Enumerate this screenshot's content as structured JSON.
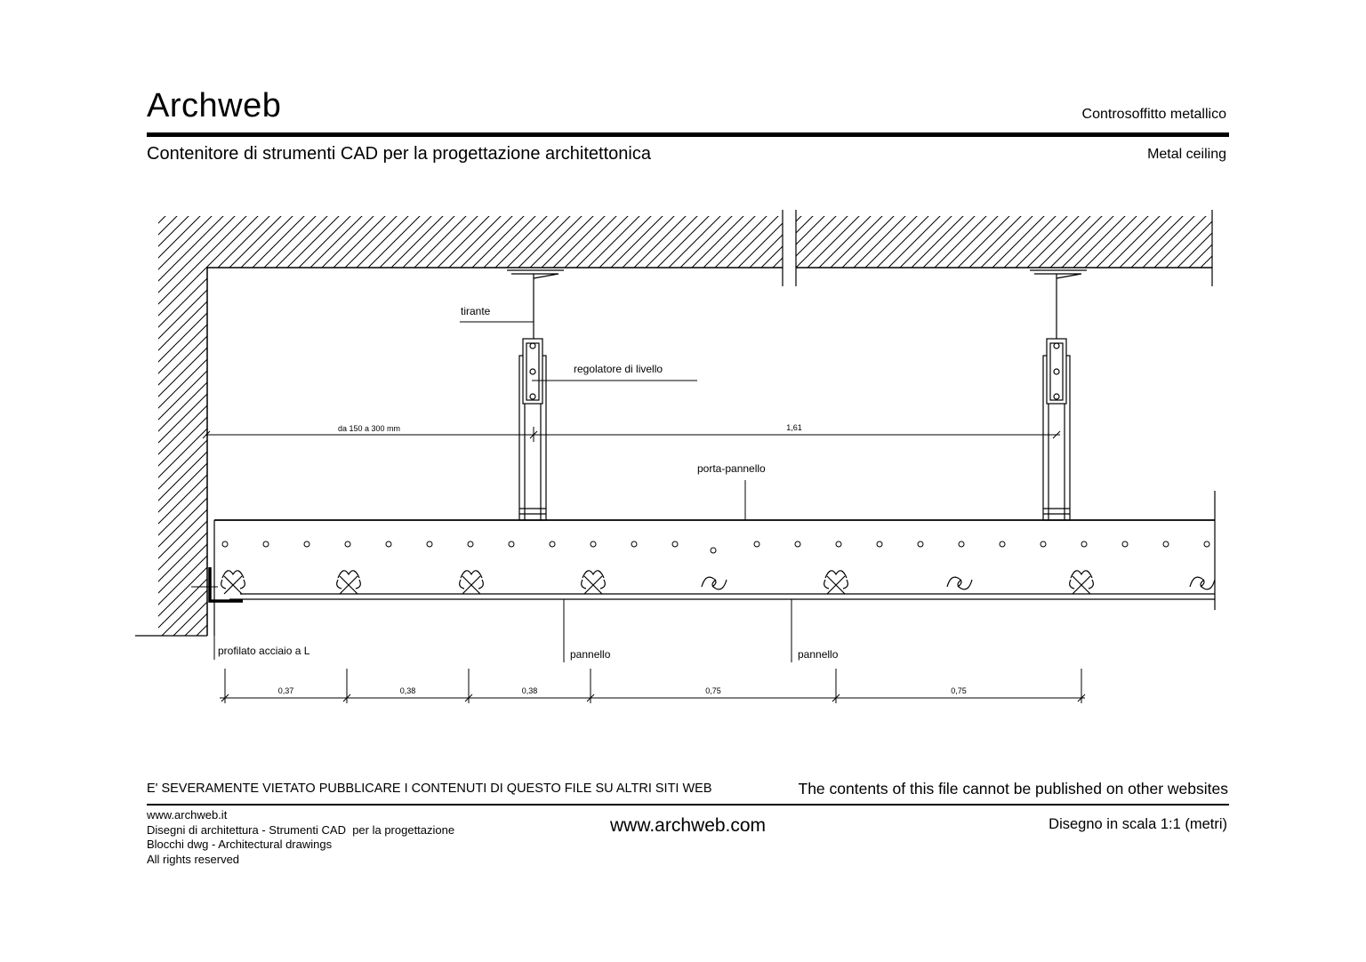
{
  "header": {
    "brand": "Archweb",
    "title_it": "Controsoffitto metallico",
    "subtitle": "Contenitore di strumenti CAD per la progettazione architettonica",
    "title_en": "Metal ceiling"
  },
  "drawing": {
    "labels": {
      "tirante": "tirante",
      "regolatore": "regolatore di livello",
      "porta_pannello": "porta-pannello",
      "profilato": "profilato acciaio a L",
      "pannello_1": "pannello",
      "pannello_2": "pannello"
    },
    "top_dimensions": {
      "wall_to_hanger": "da 150 a 300 mm",
      "hanger_spacing": "1,61"
    },
    "bottom_dimensions": [
      "0,37",
      "0,38",
      "0,38",
      "0,75",
      "0,75"
    ]
  },
  "footer": {
    "warning_it": "E' SEVERAMENTE VIETATO PUBBLICARE I CONTENUTI DI QUESTO FILE SU ALTRI SITI WEB",
    "warning_en": "The contents of this file cannot be published on other websites",
    "credits": [
      "www.archweb.it",
      "Disegni di architettura - Strumenti CAD  per la progettazione",
      "Blocchi dwg - Architectural drawings",
      "All rights reserved"
    ],
    "website": "www.archweb.com",
    "scale": "Disegno in scala 1:1 (metri)"
  }
}
